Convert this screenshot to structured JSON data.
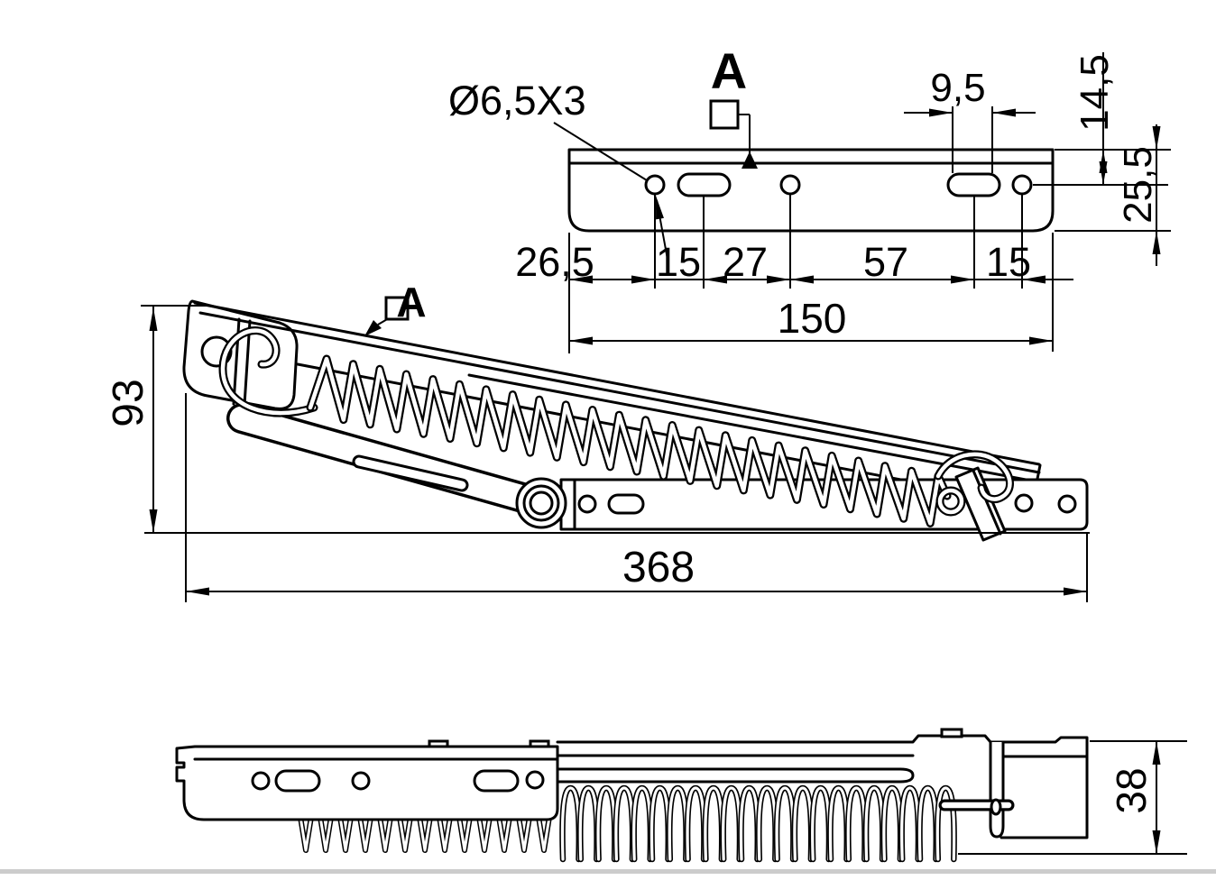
{
  "colors": {
    "ink": "#000000",
    "paper": "#ffffff",
    "footer_rule": "#cccccc"
  },
  "detail_view": {
    "hole_callout": "Ø6,5X3",
    "section_marker": "A",
    "dim_slot_width": "9,5",
    "dim_top_to_hole": "14,5",
    "dim_depth": "25,5",
    "dim_chain": [
      "26,5",
      "15",
      "27",
      "57",
      "15"
    ],
    "dim_overall": "150"
  },
  "side_view": {
    "section_marker": "A",
    "dim_height": "93",
    "dim_length": "368"
  },
  "plan_view": {
    "dim_thickness": "38"
  }
}
